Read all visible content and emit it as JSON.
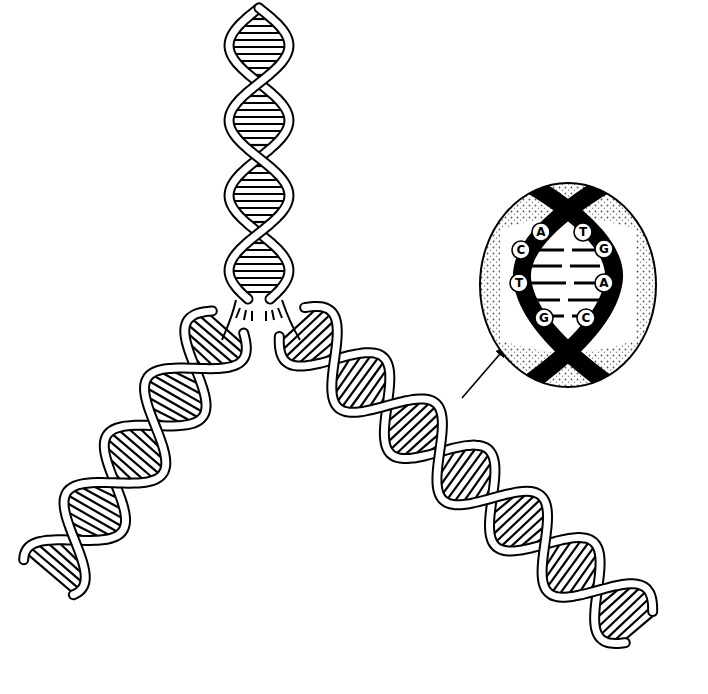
{
  "diagram": {
    "nodes": [
      {
        "text": [
          "A"
        ]
      },
      {
        "text": [
          "T"
        ]
      },
      {
        "text": [
          "C"
        ]
      },
      {
        "text": [
          "G"
        ]
      },
      {
        "text": [
          "T"
        ]
      },
      {
        "text": [
          "A"
        ]
      },
      {
        "text": [
          "G"
        ]
      },
      {
        "text": [
          "C"
        ]
      }
    ]
  }
}
